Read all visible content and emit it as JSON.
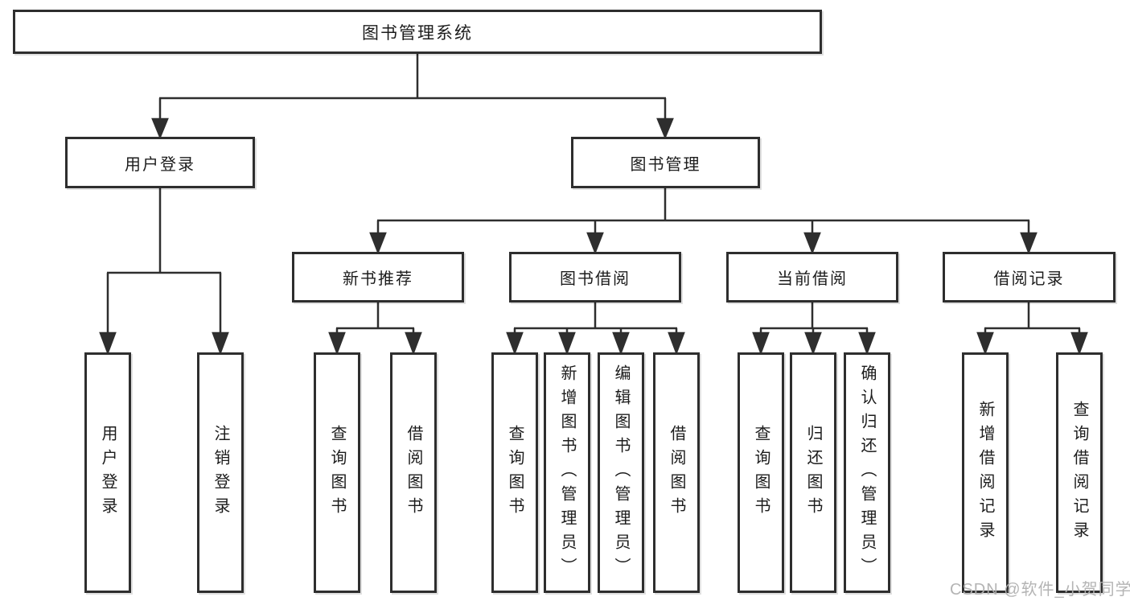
{
  "diagram": {
    "type": "hierarchy-tree",
    "tree": {
      "label": "图书管理系统",
      "children": [
        {
          "label": "用户登录",
          "children": [
            {
              "label": "用户登录"
            },
            {
              "label": "注销登录"
            }
          ]
        },
        {
          "label": "图书管理",
          "children": [
            {
              "label": "新书推荐",
              "children": [
                {
                  "label": "查询图书"
                },
                {
                  "label": "借阅图书"
                }
              ]
            },
            {
              "label": "图书借阅",
              "children": [
                {
                  "label": "查询图书"
                },
                {
                  "label": "新增图书（管理员）"
                },
                {
                  "label": "编辑图书（管理员）"
                },
                {
                  "label": "借阅图书"
                }
              ]
            },
            {
              "label": "当前借阅",
              "children": [
                {
                  "label": "查询图书"
                },
                {
                  "label": "归还图书"
                },
                {
                  "label": "确认归还（管理员）"
                }
              ]
            },
            {
              "label": "借阅记录",
              "children": [
                {
                  "label": "新增借阅记录"
                },
                {
                  "label": "查询借阅记录"
                }
              ]
            }
          ]
        }
      ]
    },
    "colors": {
      "line": "#2e2e2e",
      "box_border": "#2e2e2e",
      "text": "#1c1c1c",
      "background": "#ffffff",
      "watermark": "#b0b0b0"
    }
  },
  "watermark": "CSDN @软件_小贺同学"
}
